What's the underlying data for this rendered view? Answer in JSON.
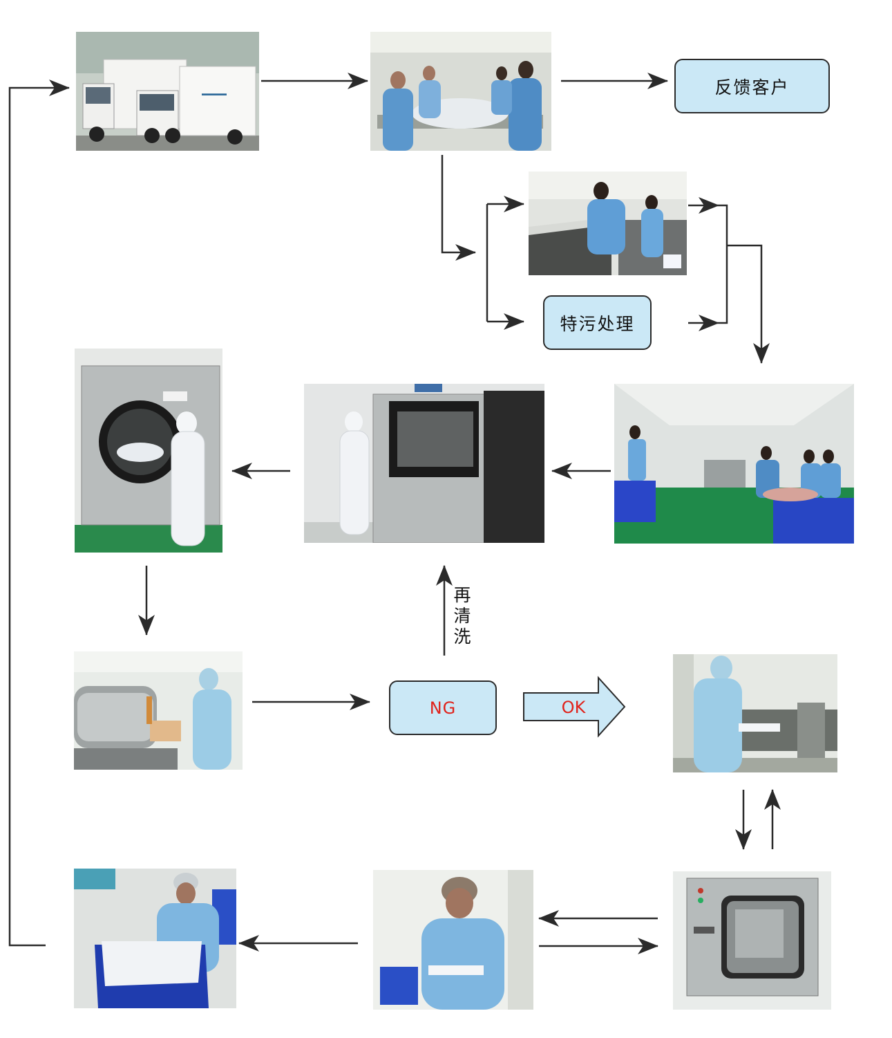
{
  "boxes": {
    "feedback_customer": "反馈客户",
    "special_stain_treatment": "特污处理",
    "ng": "NG",
    "ok": "OK"
  },
  "labels": {
    "rewash": [
      "再",
      "清",
      "洗"
    ]
  },
  "colors": {
    "box_fill": "#cbe8f6",
    "box_border": "#2a2a2a",
    "arrow": "#2a2a2a",
    "ok_arrow_fill": "#cbe8f6",
    "ng_ok_text": "#e0221b",
    "floor_green": "#1f8a4a",
    "uniform_blue": "#6ea8d8"
  },
  "photos": [
    {
      "id": "delivery-trucks",
      "icon": "truck-icon"
    },
    {
      "id": "sorting-workers",
      "icon": "workers-icon"
    },
    {
      "id": "inspection-desk",
      "icon": "desk-icon"
    },
    {
      "id": "sorting-room",
      "icon": "room-icon"
    },
    {
      "id": "washer-machine",
      "icon": "washer-icon"
    },
    {
      "id": "dryer-machine",
      "icon": "dryer-icon"
    },
    {
      "id": "ironing-station",
      "icon": "iron-icon"
    },
    {
      "id": "folding-station",
      "icon": "folding-icon"
    },
    {
      "id": "pass-box",
      "icon": "passbox-icon"
    },
    {
      "id": "packing-worker",
      "icon": "packing-icon"
    },
    {
      "id": "delivery-crate",
      "icon": "crate-icon"
    }
  ]
}
